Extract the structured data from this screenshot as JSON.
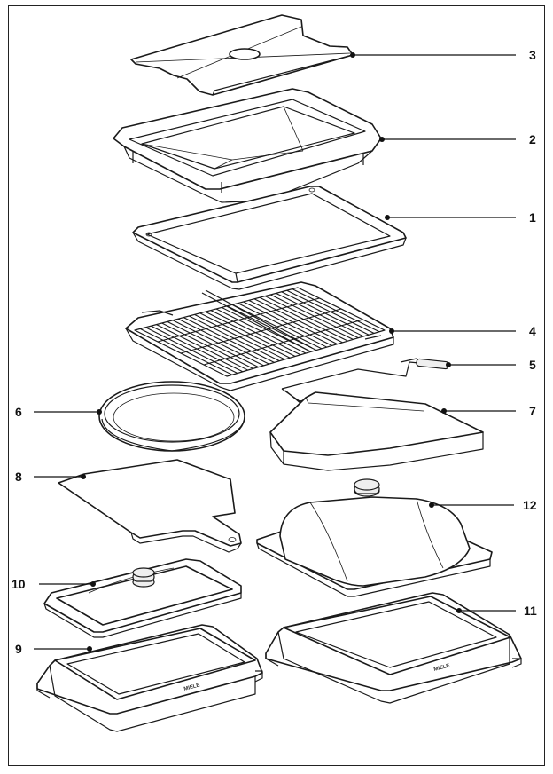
{
  "callouts": [
    {
      "id": "c3",
      "label": "3"
    },
    {
      "id": "c2",
      "label": "2"
    },
    {
      "id": "c1",
      "label": "1"
    },
    {
      "id": "c4",
      "label": "4"
    },
    {
      "id": "c5",
      "label": "5"
    },
    {
      "id": "c7",
      "label": "7"
    },
    {
      "id": "c6",
      "label": "6"
    },
    {
      "id": "c8",
      "label": "8"
    },
    {
      "id": "c12",
      "label": "12"
    },
    {
      "id": "c10",
      "label": "10"
    },
    {
      "id": "c11",
      "label": "11"
    },
    {
      "id": "c9",
      "label": "9"
    }
  ]
}
